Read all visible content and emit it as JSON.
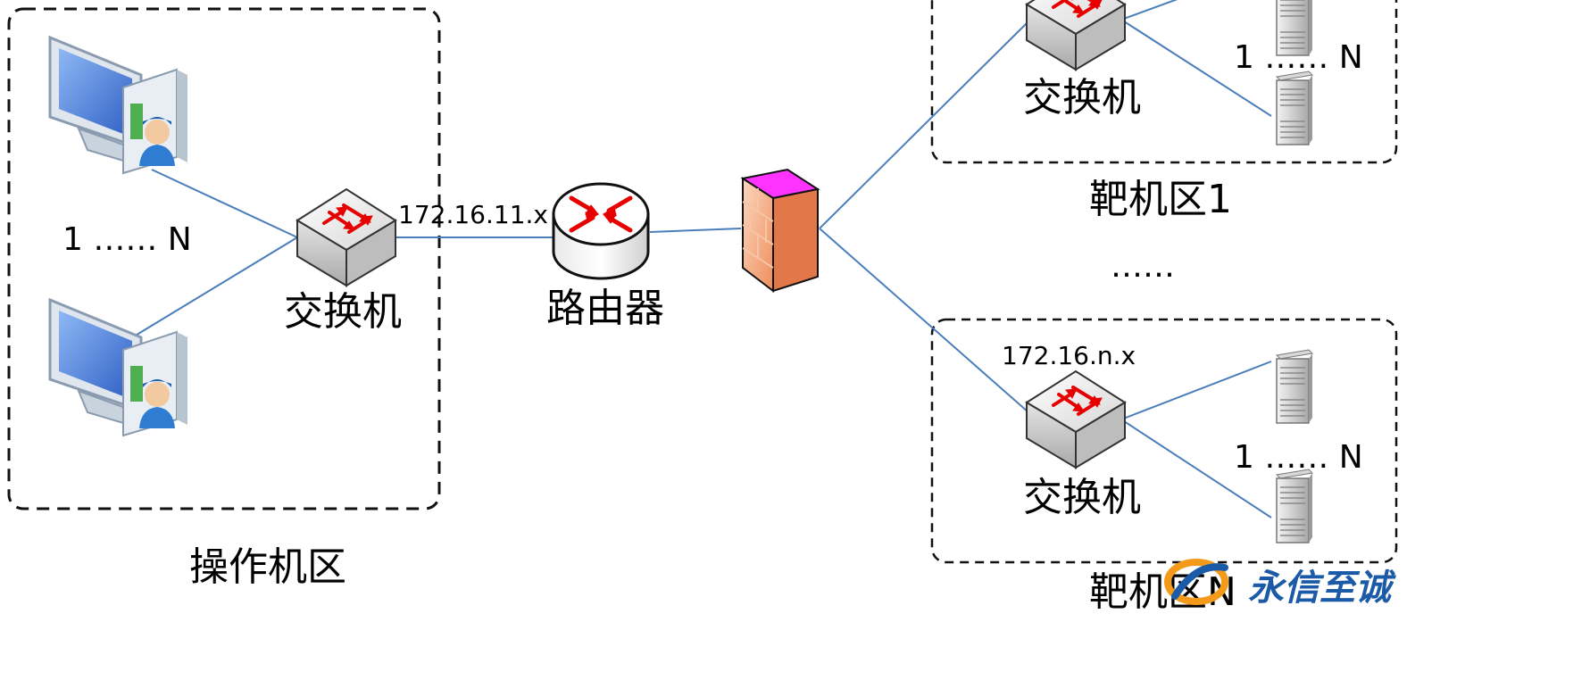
{
  "operator_zone": {
    "label": "操作机区",
    "range": "1 …… N",
    "switch_label": "交换机"
  },
  "uplink_ip": "172.16.11.x",
  "router_label": "路由器",
  "target_zone_1": {
    "label": "靶机区1",
    "range": "1 …… N",
    "switch_label": "交换机"
  },
  "ellipsis": "……",
  "target_zone_n": {
    "label": "靶机区N",
    "ip": "172.16.n.x",
    "range": "1 …… N",
    "switch_label": "交换机"
  },
  "logo": {
    "text": "永信至诚",
    "colors": {
      "orange": "#f39a1b",
      "blue": "#1b5aa6"
    }
  },
  "colors": {
    "link": "#4a7ebb",
    "firewall_top": "#ff33ff",
    "firewall_brick": "#f2a27a",
    "monitor_screen": "#4f86e0",
    "arrow_red": "#e60000"
  }
}
